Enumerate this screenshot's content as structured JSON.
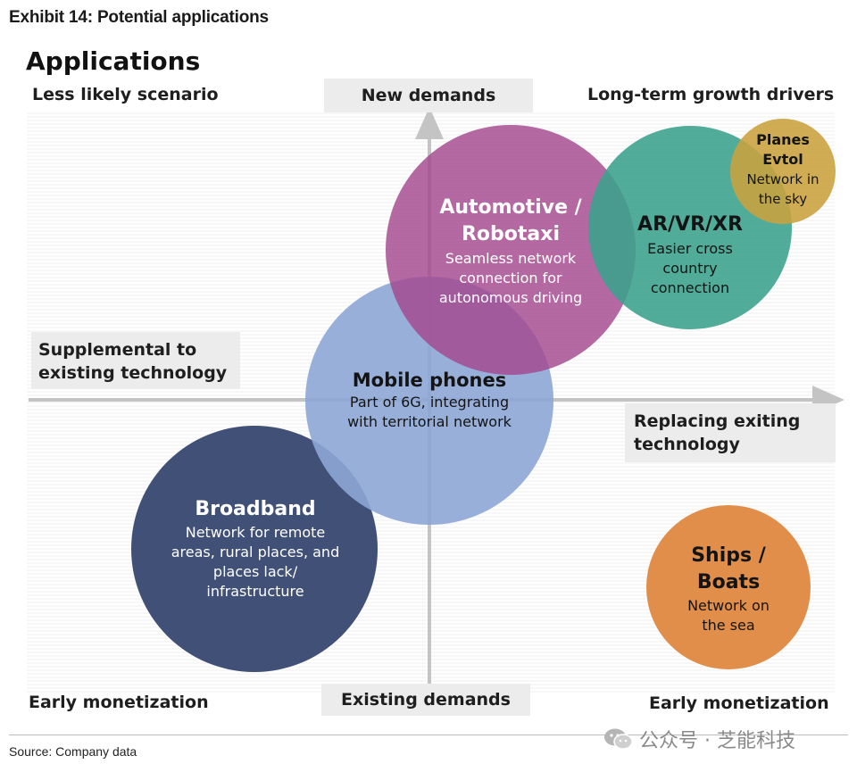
{
  "exhibit_title": "Exhibit 14: Potential applications",
  "section_title": "Applications",
  "corners": {
    "top_left": "Less likely scenario",
    "top_right": "Long-term growth drivers",
    "bottom_left": "Early monetization",
    "bottom_right": "Early monetization"
  },
  "axes": {
    "top": "New demands",
    "bottom": "Existing demands",
    "left_line1": "Supplemental to",
    "left_line2": "existing technology",
    "right_line1": "Replacing exiting",
    "right_line2": "technology"
  },
  "bubbles": {
    "automotive": {
      "title1": "Automotive /",
      "title2": "Robotaxi",
      "desc1": "Seamless network",
      "desc2": "connection for",
      "desc3": "autonomous driving",
      "color": "#a3488f"
    },
    "arvr": {
      "title": "AR/VR/XR",
      "desc1": "Easier cross",
      "desc2": "country",
      "desc3": "connection",
      "color": "#3aa08c"
    },
    "planes": {
      "title1": "Planes",
      "title2": "Evtol",
      "desc1": "Network in",
      "desc2": "the sky",
      "color": "#c9a23e"
    },
    "mobile": {
      "title": "Mobile phones",
      "desc1": "Part of 6G, integrating",
      "desc2": "with territorial network",
      "color": "#8da6d6"
    },
    "broadband": {
      "title": "Broadband",
      "desc1": "Network for remote",
      "desc2": "areas, rural places, and",
      "desc3": "places lack/",
      "desc4": "infrastructure",
      "color": "#3b4a72"
    },
    "ships": {
      "title1": "Ships /",
      "title2": "Boats",
      "desc1": "Network on",
      "desc2": "the sea",
      "color": "#e08e4a"
    }
  },
  "source": "Source: Company data",
  "watermark": "公众号 · 芝能科技"
}
